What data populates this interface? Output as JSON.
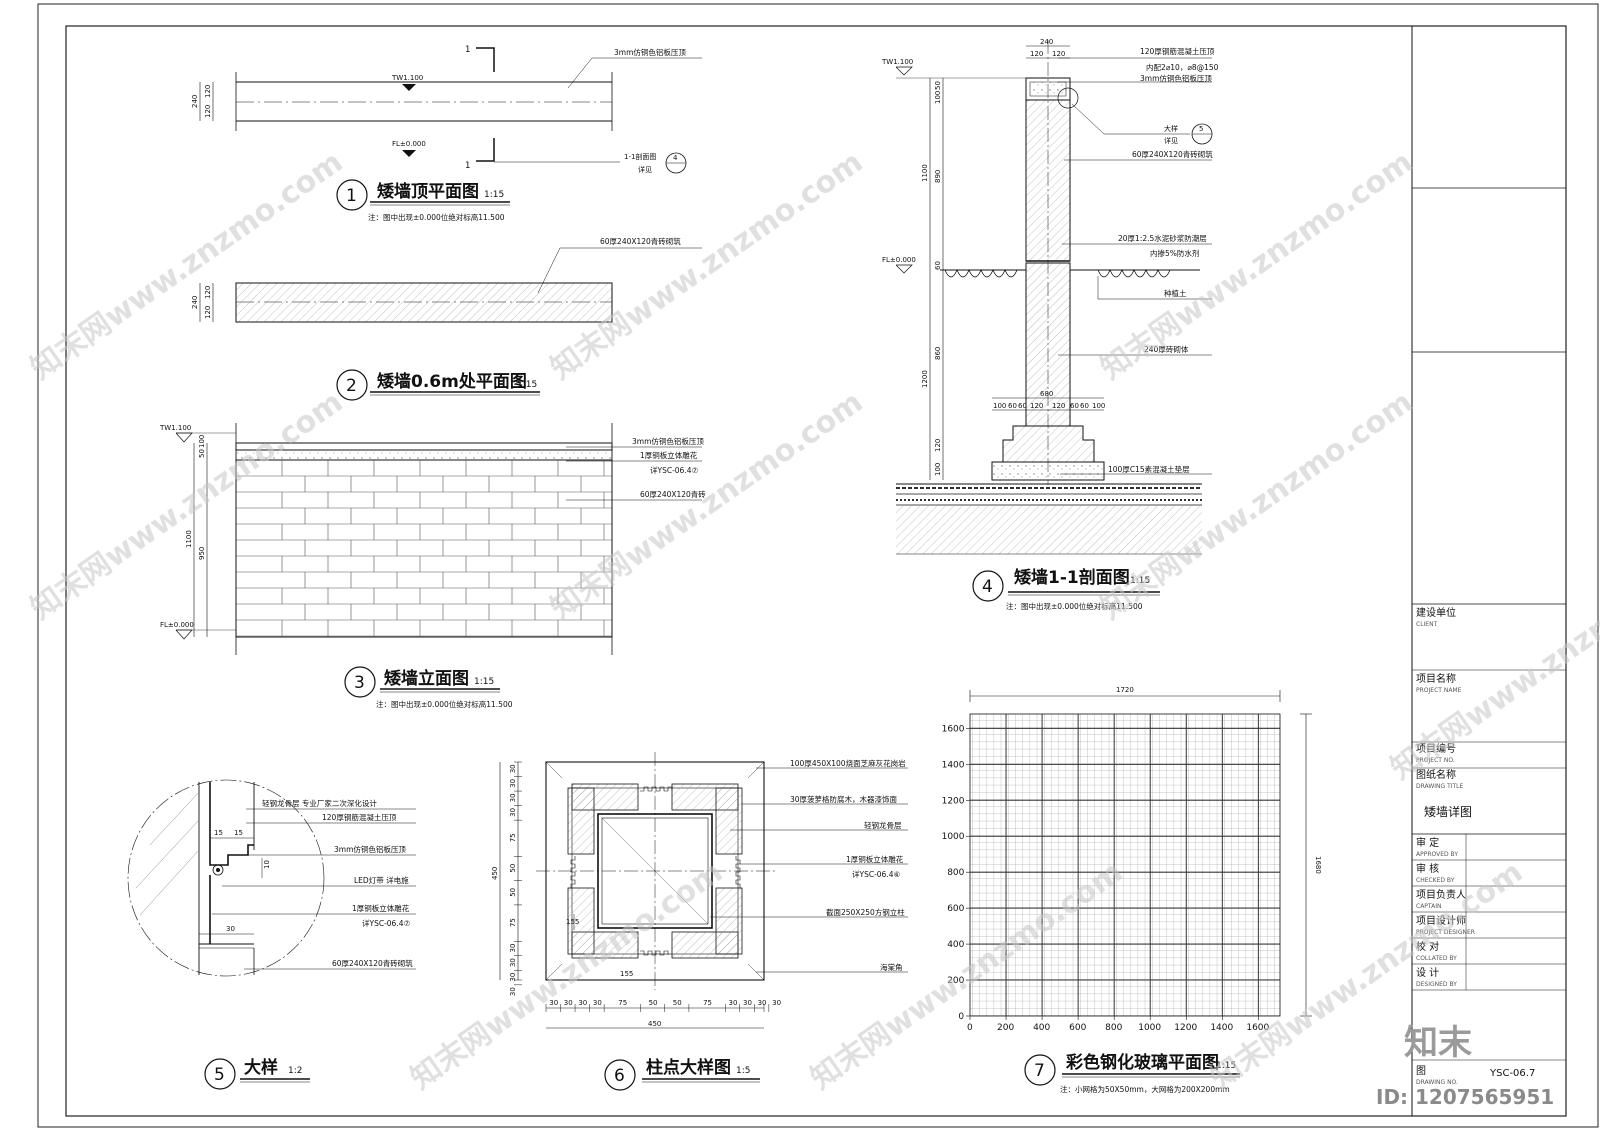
{
  "drawings": {
    "d1": {
      "num": "1",
      "title": "矮墙顶平面图",
      "scale": "1:15",
      "note": "注：图中出现±0.000位绝对标高11.500",
      "labels": {
        "top": "3mm仿铜色铝板压顶",
        "tw": "TW1.100",
        "fl": "FL±0.000",
        "dim_total": "240",
        "dim_a": "120",
        "dim_b": "120",
        "cut": "1",
        "ref_text": "1-1剖面图",
        "ref_num": "4",
        "ref_see": "详见"
      }
    },
    "d2": {
      "num": "2",
      "title": "矮墙0.6m处平面图",
      "scale": "1:15",
      "labels": {
        "brick": "60厚240X120青砖砌筑",
        "dim_total": "240",
        "dim_a": "120",
        "dim_b": "120"
      }
    },
    "d3": {
      "num": "3",
      "title": "矮墙立面图",
      "scale": "1:15",
      "note": "注：图中出现±0.000位绝对标高11.500",
      "labels": {
        "tw": "TW1.100",
        "fl": "FL±0.000",
        "top": "3mm仿铜色铝板压顶",
        "copper": "1厚铜板立体雕花",
        "ref": "详YSC-06.4⑦",
        "brick": "60厚240X120青砖",
        "dim_total": "1100",
        "dim_950": "950",
        "dim_50": "50",
        "dim_100": "100"
      }
    },
    "d4": {
      "num": "4",
      "title": "矮墙1-1剖面图",
      "scale": "1:15",
      "note": "注：图中出现±0.000位绝对标高11.500",
      "labels": {
        "tw": "TW1.100",
        "fl": "FL±0.000",
        "l1": "120厚钢筋混凝土压顶",
        "l2": "内配2⌀10，⌀8@150",
        "l3": "3mm仿铜色铝板压顶",
        "l4": "大样",
        "l4n": "5",
        "l4s": "详见",
        "l5": "60厚240X120青砖砌筑",
        "l6": "20厚1:2.5水泥砂浆防潮层",
        "l7": "内掺5%防水剂",
        "l8": "种植土",
        "l9": "240厚砖砌体",
        "l10": "100厚C15素混凝土垫层",
        "dim_240": "240",
        "dim_120a": "120",
        "dim_120b": "120",
        "dim_1100": "1100",
        "dim_890": "890",
        "dim_50": "50",
        "dim_100": "100",
        "dim_60": "60",
        "dim_1200": "1200",
        "dim_860": "860",
        "dim_680": "680",
        "d_100": "100",
        "d_60": "60",
        "d_120": "120"
      }
    },
    "d5": {
      "num": "5",
      "title": "大样",
      "scale": "1:2",
      "labels": {
        "l1": "轻钢龙骨层  专业厂家二次深化设计",
        "l2": "120厚钢筋混凝土压顶",
        "l3": "3mm仿铜色铝板压顶",
        "l4": "LED灯带  详电施",
        "l5": "1厚铜板立体雕花",
        "l6": "详YSC-06.4⑦",
        "l7": "60厚240X120青砖砌筑",
        "d15a": "15",
        "d15b": "15",
        "d10": "10",
        "d30": "30"
      }
    },
    "d6": {
      "num": "6",
      "title": "柱点大样图",
      "scale": "1:5",
      "labels": {
        "l1": "100厚450X100烧面芝麻灰花岗岩",
        "l2": "30厚菠萝格防腐木，木器漆饰面",
        "l3": "轻钢龙骨层",
        "l4": "1厚铜板立体雕花",
        "l5": "详YSC-06.4⑥",
        "l6": "截面250X250方钢立柱",
        "l7": "海棠角",
        "d155": "155",
        "d450": "450",
        "bottom_dims": [
          "30",
          "30",
          "30",
          "30",
          "75",
          "50",
          "50",
          "75",
          "30",
          "30",
          "30",
          "30"
        ],
        "left_dims": [
          "30",
          "30",
          "30",
          "30",
          "75",
          "50",
          "50",
          "75",
          "30",
          "30",
          "30",
          "30"
        ]
      }
    },
    "d7": {
      "num": "7",
      "title": "彩色钢化玻璃平面图",
      "scale": "1:15",
      "note": "注：小网格为50X50mm，大网格为200X200mm",
      "labels": {
        "width": "1720",
        "height": "1680"
      },
      "x_ticks": [
        "0",
        "200",
        "400",
        "600",
        "800",
        "1000",
        "1200",
        "1400",
        "1600"
      ],
      "y_ticks": [
        "0",
        "200",
        "400",
        "600",
        "800",
        "1000",
        "1200",
        "1400",
        "1600"
      ]
    }
  },
  "title_block": {
    "client_cn": "建设单位",
    "client_en": "CLIENT",
    "project_cn": "项目名称",
    "project_en": "PROJECT NAME",
    "projno_cn": "项目编号",
    "projno_en": "PROJECT NO.",
    "drawing_cn": "图纸名称",
    "drawing_en": "DRAWING TITLE",
    "drawing_title": "矮墙详图",
    "rows": [
      {
        "cn": "审  定",
        "en": "APPROVED BY"
      },
      {
        "cn": "审  核",
        "en": "CHECKED BY"
      },
      {
        "cn": "项目负责人",
        "en": "CAPTAIN"
      },
      {
        "cn": "项目设计师",
        "en": "PROJECT DESIGNER"
      },
      {
        "cn": "校  对",
        "en": "COLLATED BY"
      },
      {
        "cn": "设  计",
        "en": "DESIGNED BY"
      }
    ],
    "drawno_cn": "图",
    "drawno_en": "DRAWING NO.",
    "drawing_no": "YSC-06.7"
  },
  "watermark": {
    "text": "知末网www.znzmo.com",
    "brand": "知末",
    "id": "ID: 1207565951"
  }
}
